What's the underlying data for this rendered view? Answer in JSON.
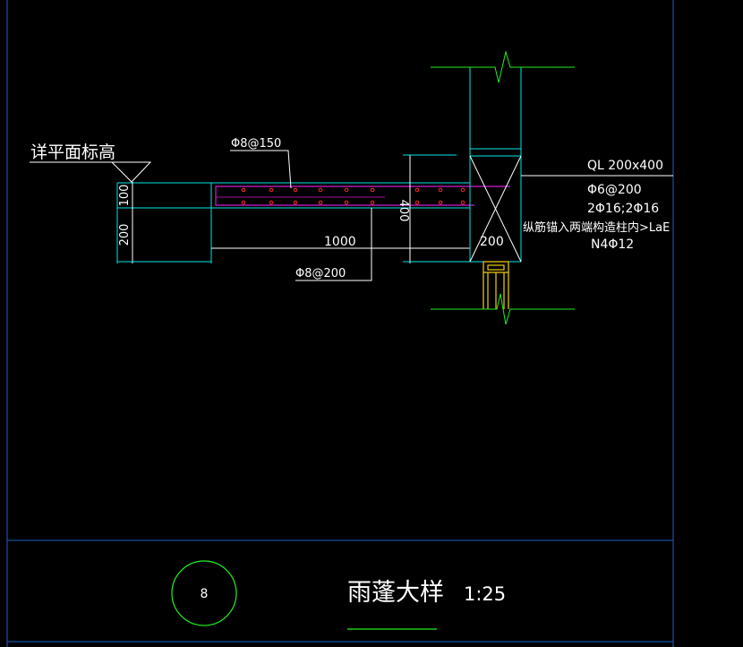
{
  "drawing": {
    "labels": {
      "elevation_note": "详平面标高",
      "top_rebar": "Φ8@150",
      "bottom_rebar": "Φ8@200",
      "dim_slab_thickness": "100",
      "dim_beam_depth_left": "200",
      "dim_cantilever_length": "1000",
      "dim_beam_height": "400",
      "dim_column_width": "200",
      "beam_name": "QL 200x400",
      "beam_stirrup": "Φ6@200",
      "beam_main_bars": "2Φ16;2Φ16",
      "anchor_note": "纵筋锚入两端构造柱内>LaE",
      "side_bars": "N4Φ12"
    },
    "colors": {
      "background": "#000000",
      "outline": "#00e6e6",
      "text": "#ffffff",
      "rebar_line": "#d21cd2",
      "rebar_dot": "#ff2a2a",
      "break_line": "#22ee22",
      "window_frame": "#f2d20c",
      "title_frame": "#1d5fc9"
    }
  },
  "title_block": {
    "detail_number": "8",
    "title": "雨蓬大样",
    "scale": "1:25"
  }
}
